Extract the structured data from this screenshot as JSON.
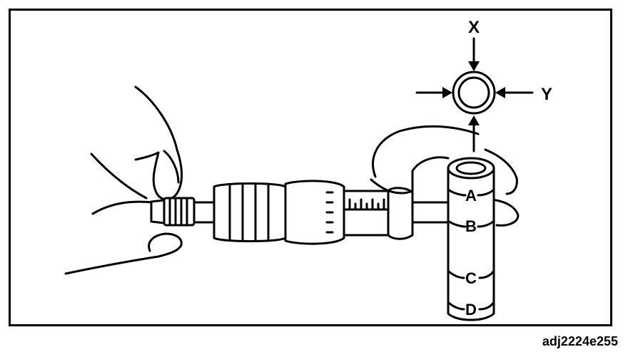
{
  "labels": {
    "x": "X",
    "y": "Y",
    "a": "A",
    "b": "B",
    "c": "C",
    "d": "D"
  },
  "reference_code": "adj2224e255",
  "colors": {
    "ink": "#000000",
    "paper": "#ffffff"
  }
}
